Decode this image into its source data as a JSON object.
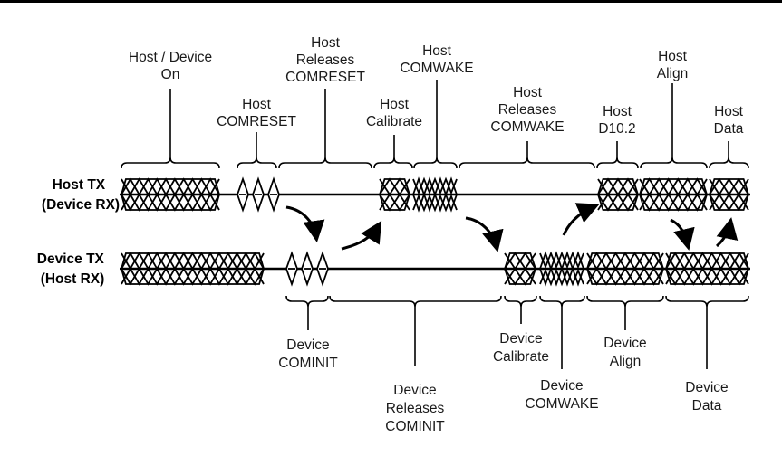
{
  "rows": [
    {
      "id": "host",
      "line1": "Host TX",
      "line2": "(Device RX)"
    },
    {
      "id": "device",
      "line1": "Device TX",
      "line2": "(Host RX)"
    }
  ],
  "host_labels": [
    {
      "id": "host-device-on",
      "lines": [
        "Host / Device",
        "On"
      ]
    },
    {
      "id": "host-comreset",
      "lines": [
        "Host",
        "COMRESET"
      ]
    },
    {
      "id": "host-releases-comreset",
      "lines": [
        "Host",
        "Releases",
        "COMRESET"
      ]
    },
    {
      "id": "host-calibrate",
      "lines": [
        "Host",
        "Calibrate"
      ]
    },
    {
      "id": "host-comwake",
      "lines": [
        "Host",
        "COMWAKE"
      ]
    },
    {
      "id": "host-releases-comwake",
      "lines": [
        "Host",
        "Releases",
        "COMWAKE"
      ]
    },
    {
      "id": "host-d10-2",
      "lines": [
        "Host",
        "D10.2"
      ]
    },
    {
      "id": "host-align",
      "lines": [
        "Host",
        "Align"
      ]
    },
    {
      "id": "host-data",
      "lines": [
        "Host",
        "Data"
      ]
    }
  ],
  "device_labels": [
    {
      "id": "device-cominit",
      "lines": [
        "Device",
        "COMINIT"
      ]
    },
    {
      "id": "device-releases-cominit",
      "lines": [
        "Device",
        "Releases",
        "COMINIT"
      ]
    },
    {
      "id": "device-calibrate",
      "lines": [
        "Device",
        "Calibrate"
      ]
    },
    {
      "id": "device-comwake",
      "lines": [
        "Device",
        "COMWAKE"
      ]
    },
    {
      "id": "device-align",
      "lines": [
        "Device",
        "Align"
      ]
    },
    {
      "id": "device-data",
      "lines": [
        "Device",
        "Data"
      ]
    }
  ],
  "colors": {
    "ink": "#000000",
    "label": "#1a1a1a",
    "background": "#ffffff"
  }
}
